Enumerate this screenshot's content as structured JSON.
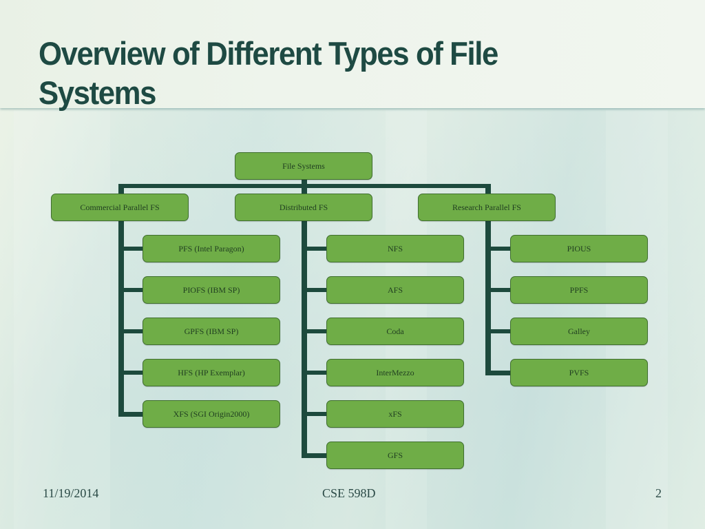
{
  "slide": {
    "title": "Overview of Different Types of File Systems",
    "footer": {
      "date": "11/19/2014",
      "course": "CSE 598D",
      "page_number": "2"
    }
  },
  "diagram": {
    "type": "org-chart",
    "root": "File Systems",
    "colors": {
      "box_fill": "#6fad47",
      "box_border": "#3f6e2f",
      "connector": "#1d4a3d",
      "title": "#1e4a43"
    },
    "categories": [
      {
        "label": "Commercial Parallel FS",
        "children": [
          "PFS (Intel Paragon)",
          "PIOFS (IBM SP)",
          "GPFS (IBM SP)",
          "HFS (HP Exemplar)",
          "XFS (SGI Origin2000)"
        ]
      },
      {
        "label": "Distributed FS",
        "children": [
          "NFS",
          "AFS",
          "Coda",
          "InterMezzo",
          "xFS",
          "GFS"
        ]
      },
      {
        "label": "Research Parallel FS",
        "children": [
          "PIOUS",
          "PPFS",
          "Galley",
          "PVFS"
        ]
      }
    ]
  }
}
